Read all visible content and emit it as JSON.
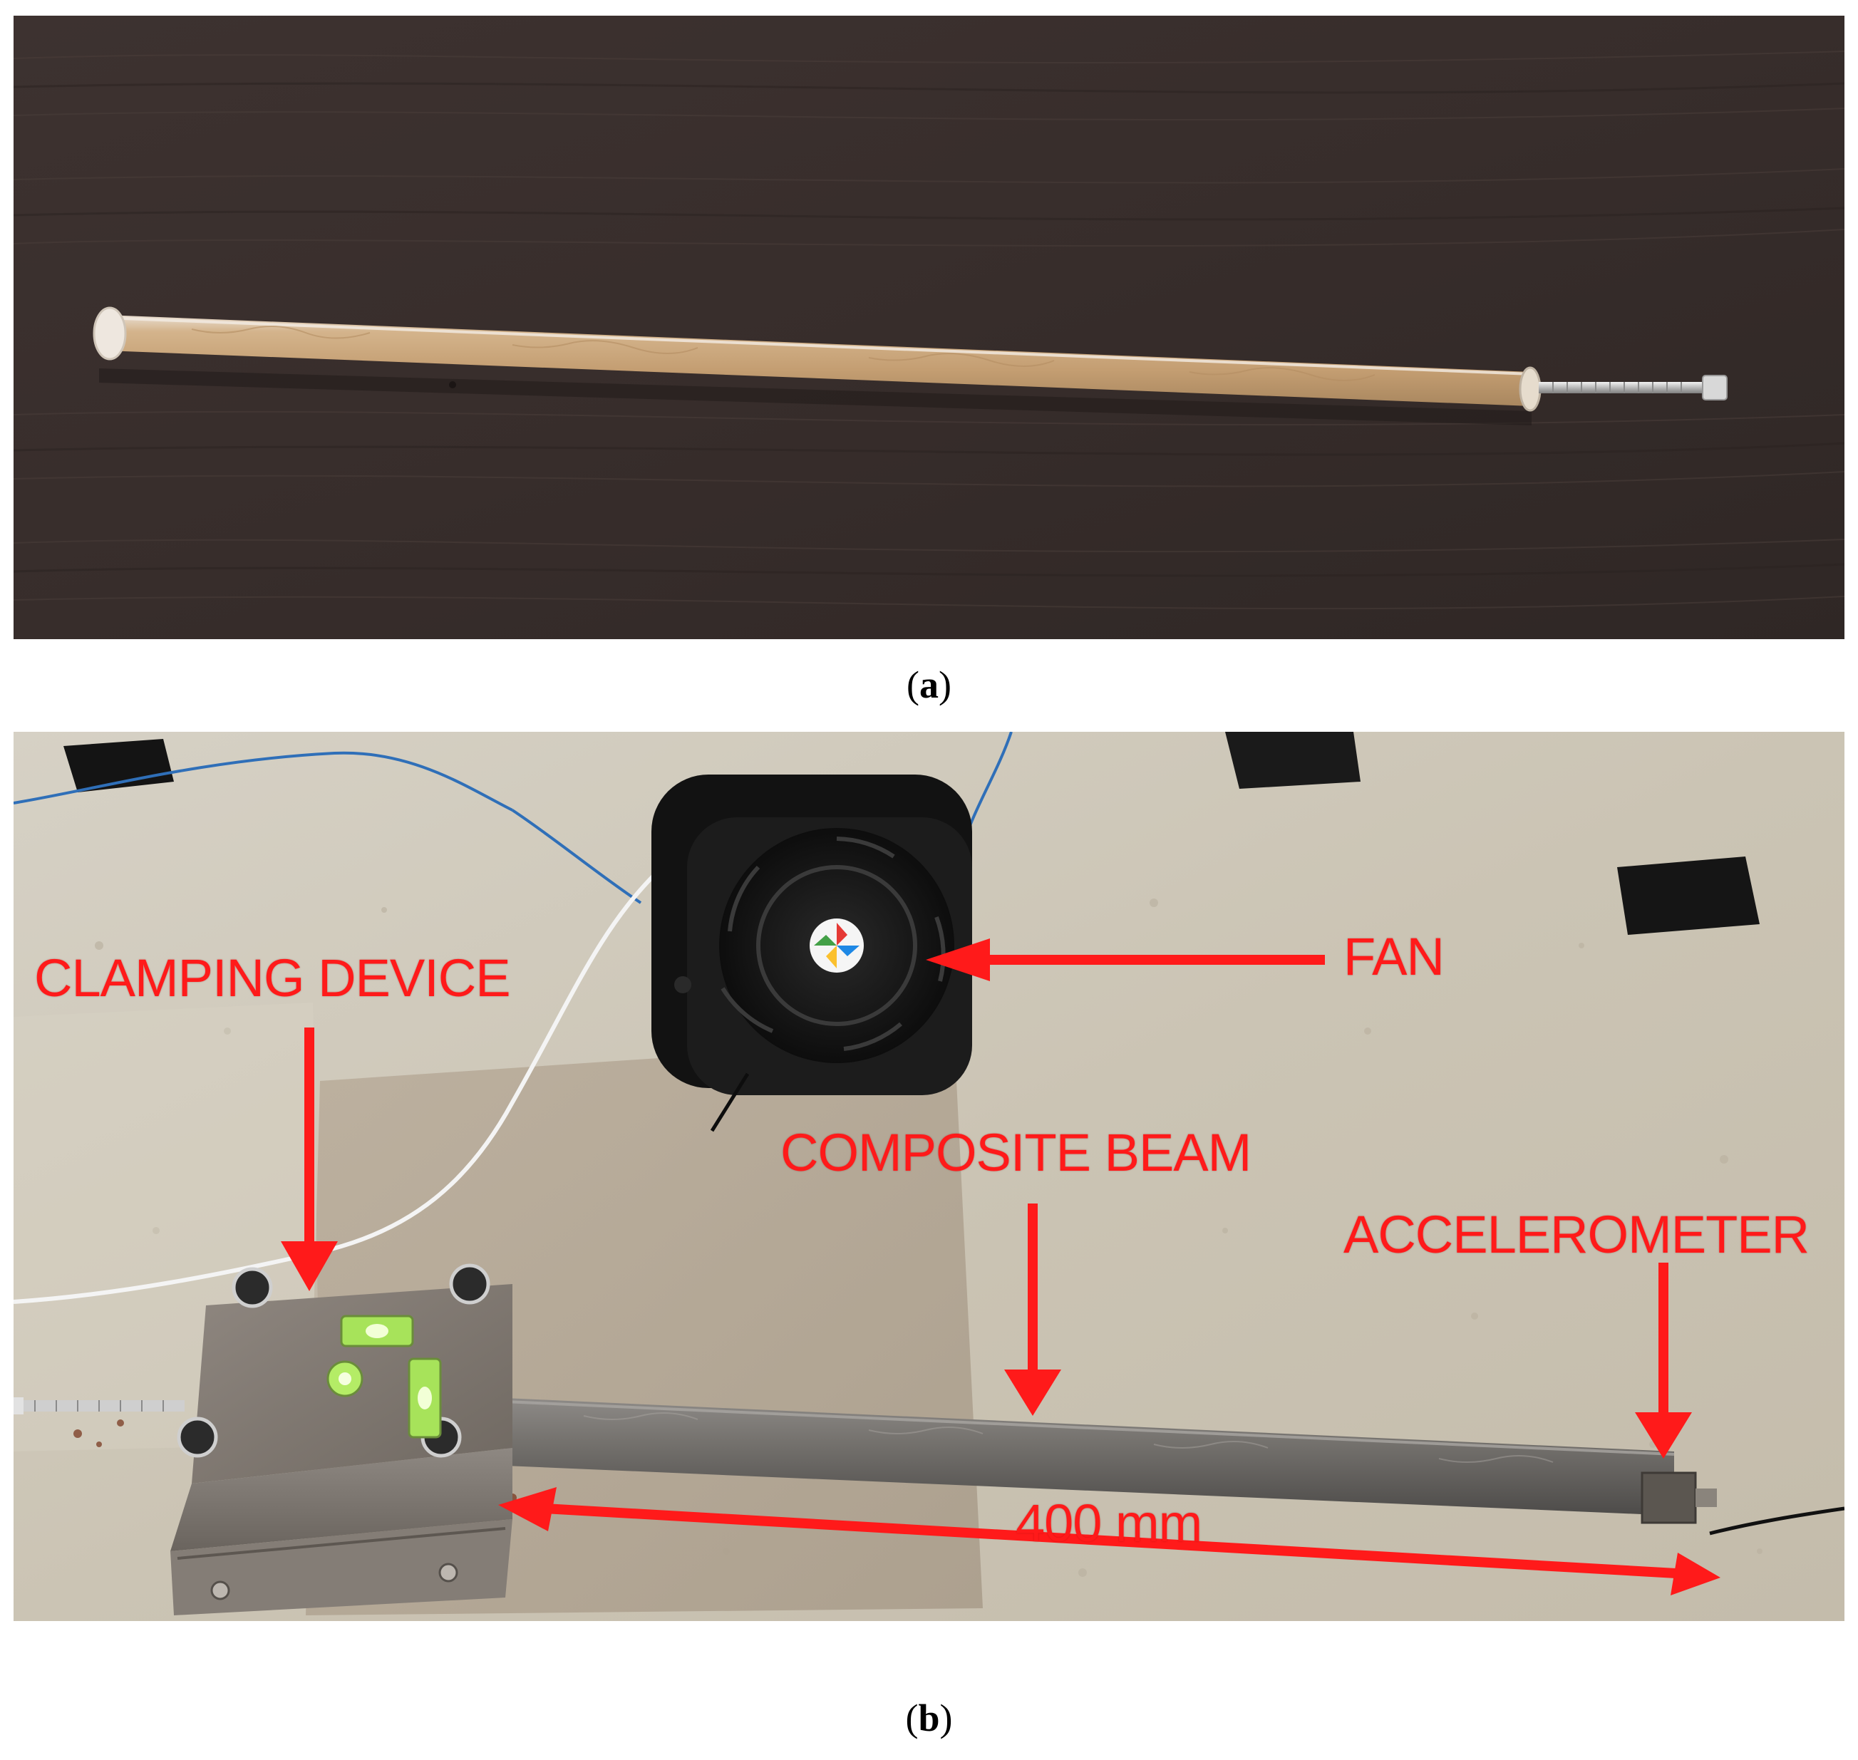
{
  "figure": {
    "panels": [
      {
        "id": "a",
        "caption_letter": "a"
      },
      {
        "id": "b",
        "caption_letter": "b"
      }
    ]
  },
  "labels": {
    "clamping_device": "CLAMPING DEVICE",
    "fan": "FAN",
    "composite_beam": "COMPOSITE BEAM",
    "accelerometer": "ACCELEROMETER",
    "length": "400 mm"
  },
  "colors": {
    "annotation": "#ff1a1a",
    "table_wood": "#3a302d",
    "floor": "#cfc8b8",
    "beam_tan": "#c9a57c",
    "beam_gray": "#6f6d6b",
    "fan_body": "#151515"
  }
}
